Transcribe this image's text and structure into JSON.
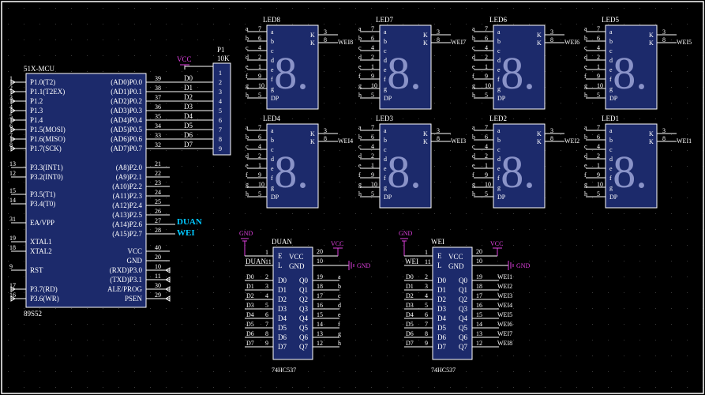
{
  "mcu": {
    "title": "51X-MCU",
    "part": "89S52",
    "left_pins": [
      {
        "num": "1",
        "label": "P1.0(T2)"
      },
      {
        "num": "2",
        "label": "P1.1(T2EX)"
      },
      {
        "num": "3",
        "label": "P1.2"
      },
      {
        "num": "4",
        "label": "P1.3"
      },
      {
        "num": "5",
        "label": "P1.4"
      },
      {
        "num": "6",
        "label": "P1.5(MOSI)"
      },
      {
        "num": "7",
        "label": "P1.6(MISO)"
      },
      {
        "num": "8",
        "label": "P1.7(SCK)"
      },
      {
        "num": "13",
        "label": "P3.3(INT1)"
      },
      {
        "num": "12",
        "label": "P3.2(INT0)"
      },
      {
        "num": "15",
        "label": "P3.5(T1)"
      },
      {
        "num": "14",
        "label": "P3.4(T0)"
      },
      {
        "num": "31",
        "label": "EA/VPP"
      },
      {
        "num": "19",
        "label": "XTAL1"
      },
      {
        "num": "18",
        "label": "XTAL2"
      },
      {
        "num": "9",
        "label": "RST"
      },
      {
        "num": "17",
        "label": "P3.7(RD)"
      },
      {
        "num": "16",
        "label": "P3.6(WR)"
      }
    ],
    "right_pins": [
      {
        "num": "39",
        "label": "(AD0)P0.0",
        "net": "D0"
      },
      {
        "num": "38",
        "label": "(AD1)P0.1",
        "net": "D1"
      },
      {
        "num": "37",
        "label": "(AD2)P0.2",
        "net": "D2"
      },
      {
        "num": "36",
        "label": "(AD3)P0.3",
        "net": "D3"
      },
      {
        "num": "35",
        "label": "(AD4)P0.4",
        "net": "D4"
      },
      {
        "num": "34",
        "label": "(AD5)P0.5",
        "net": "D5"
      },
      {
        "num": "33",
        "label": "(AD6)P0.6",
        "net": "D6"
      },
      {
        "num": "32",
        "label": "(AD7)P0.7",
        "net": "D7"
      },
      {
        "num": "21",
        "label": "(A8)P2.0",
        "net": ""
      },
      {
        "num": "22",
        "label": "(A9)P2.1",
        "net": ""
      },
      {
        "num": "23",
        "label": "(A10)P2.2",
        "net": ""
      },
      {
        "num": "24",
        "label": "(A11)P2.3",
        "net": ""
      },
      {
        "num": "25",
        "label": "(A12)P2.4",
        "net": ""
      },
      {
        "num": "26",
        "label": "(A13)P2.5",
        "net": ""
      },
      {
        "num": "27",
        "label": "(A14)P2.6",
        "net": "DUAN"
      },
      {
        "num": "28",
        "label": "(A15)P2.7",
        "net": "WEI"
      },
      {
        "num": "40",
        "label": "VCC",
        "net": ""
      },
      {
        "num": "20",
        "label": "GND",
        "net": ""
      },
      {
        "num": "10",
        "label": "(RXD)P3.0",
        "net": ""
      },
      {
        "num": "11",
        "label": "(TXD)P3.1",
        "net": ""
      },
      {
        "num": "30",
        "label": "ALE/PROG",
        "net": ""
      },
      {
        "num": "29",
        "label": "PSEN",
        "net": ""
      }
    ]
  },
  "resistor": {
    "name": "P1",
    "value": "10K",
    "power": "VCC",
    "pins": [
      "1",
      "2",
      "3",
      "4",
      "5",
      "6",
      "7",
      "8",
      "9"
    ]
  },
  "leds": [
    {
      "name": "LED8",
      "wei": "WEI8"
    },
    {
      "name": "LED7",
      "wei": "WEI7"
    },
    {
      "name": "LED6",
      "wei": "WEI6"
    },
    {
      "name": "LED5",
      "wei": "WEI5"
    },
    {
      "name": "LED4",
      "wei": "WEI4"
    },
    {
      "name": "LED3",
      "wei": "WEI3"
    },
    {
      "name": "LED2",
      "wei": "WEI2"
    },
    {
      "name": "LED1",
      "wei": "WEI1"
    }
  ],
  "led_common": {
    "seg_nets": [
      "a",
      "b",
      "c",
      "d",
      "e",
      "f",
      "g",
      "h"
    ],
    "seg_pins": [
      "7",
      "6",
      "4",
      "2",
      "1",
      "9",
      "10",
      "5"
    ],
    "seg_labels": [
      "a",
      "b",
      "c",
      "d",
      "e",
      "f",
      "g",
      "DP"
    ],
    "com_label": "K",
    "com_pins": [
      "3",
      "8"
    ],
    "digit": "8."
  },
  "latches": [
    {
      "name": "DUAN",
      "part": "74HC537",
      "le_net": "DUAN",
      "gnd": "GND",
      "vcc": "VCC",
      "gnd_right": "GND",
      "outputs": [
        "a",
        "b",
        "c",
        "d",
        "e",
        "f",
        "g",
        "h"
      ]
    },
    {
      "name": "WEI",
      "part": "74HC537",
      "le_net": "WEI",
      "gnd": "GND",
      "vcc": "VCC",
      "gnd_right": "GND",
      "outputs": [
        "WEI1",
        "WEI2",
        "WEI3",
        "WEI4",
        "WEI5",
        "WEI6",
        "WEI7",
        "WEI8"
      ]
    }
  ],
  "latch_common": {
    "top_pins": [
      {
        "num": "1",
        "label": "E"
      },
      {
        "num": "11",
        "label": "L"
      }
    ],
    "vcc_pin": {
      "num": "20",
      "label": "VCC"
    },
    "gnd_pin": {
      "num": "10",
      "label": "GND"
    },
    "in_nets": [
      "D0",
      "D1",
      "D2",
      "D3",
      "D4",
      "D5",
      "D6",
      "D7"
    ],
    "in_pins": [
      "2",
      "3",
      "4",
      "5",
      "6",
      "7",
      "8",
      "9"
    ],
    "in_labels": [
      "D0",
      "D1",
      "D2",
      "D3",
      "D4",
      "D5",
      "D6",
      "D7"
    ],
    "out_pins": [
      "19",
      "18",
      "17",
      "16",
      "15",
      "14",
      "13",
      "12"
    ],
    "out_labels": [
      "Q0",
      "Q1",
      "Q2",
      "Q3",
      "Q4",
      "Q5",
      "Q6",
      "Q7"
    ]
  },
  "nets": {
    "duan": "DUAN",
    "wei": "WEI"
  },
  "colors": {
    "background": "#000000",
    "grid": "#3a3a3a",
    "chip_fill": "#1c2a6b",
    "chip_border": "#ffffff",
    "wire": "#ffffff",
    "text": "#ffffff",
    "power": "#e040e0",
    "segment": "#8a93c8",
    "net_label": "#00c8ff",
    "border": "#ffffff"
  }
}
